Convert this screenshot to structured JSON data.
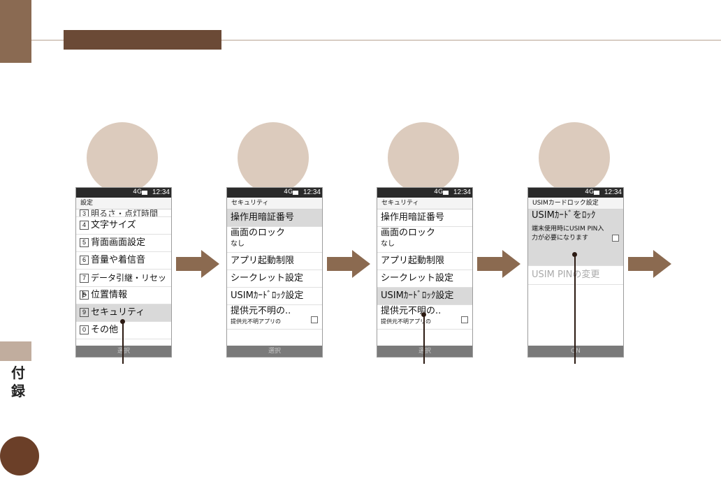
{
  "appendix_label": "付\n録",
  "screens": [
    {
      "title": "設定",
      "status_time": "12:34",
      "status_signal": "4G",
      "items": [
        {
          "num": "3",
          "label": "明るさ・点灯時間"
        },
        {
          "num": "4",
          "label": "文字サイズ"
        },
        {
          "num": "5",
          "label": "背面画面設定"
        },
        {
          "num": "6",
          "label": "音量や着信音"
        },
        {
          "num": "7",
          "label": "データ引継・リセット"
        },
        {
          "num": "8",
          "label": "位置情報"
        },
        {
          "num": "9",
          "label": "セキュリティ"
        },
        {
          "num": "0",
          "label": "その他"
        }
      ],
      "softkey": "選択"
    },
    {
      "title": "セキュリティ",
      "status_time": "12:34",
      "status_signal": "4G",
      "items": [
        {
          "label": "操作用暗証番号"
        },
        {
          "label": "画面のロック",
          "sub": "なし"
        },
        {
          "label": "アプリ起動制限"
        },
        {
          "label": "シークレット設定"
        },
        {
          "label": "USIMｶｰﾄﾞﾛｯｸ設定"
        },
        {
          "label": "提供元不明の..",
          "sub": "提供元不明アプリの"
        }
      ],
      "softkey": "選択"
    },
    {
      "title": "セキュリティ",
      "status_time": "12:34",
      "status_signal": "4G",
      "items": [
        {
          "label": "操作用暗証番号"
        },
        {
          "label": "画面のロック",
          "sub": "なし"
        },
        {
          "label": "アプリ起動制限"
        },
        {
          "label": "シークレット設定"
        },
        {
          "label": "USIMｶｰﾄﾞﾛｯｸ設定"
        },
        {
          "label": "提供元不明の..",
          "sub": "提供元不明アプリの"
        }
      ],
      "softkey": "選択"
    },
    {
      "title": "USIMカードロック設定",
      "status_time": "12:34",
      "status_signal": "4G",
      "items": [
        {
          "label": "USIMｶｰﾄﾞをﾛｯｸ",
          "sub": "端末使用時にUSIM PIN入力が必要になります"
        },
        {
          "label": "USIM PINの変更"
        }
      ],
      "softkey": "ON"
    }
  ],
  "colors": {
    "accent_dark": "#6b4a36",
    "accent": "#8b6a50",
    "accent_light": "#dccbbd",
    "highlight_row": "#d9d9d9"
  }
}
